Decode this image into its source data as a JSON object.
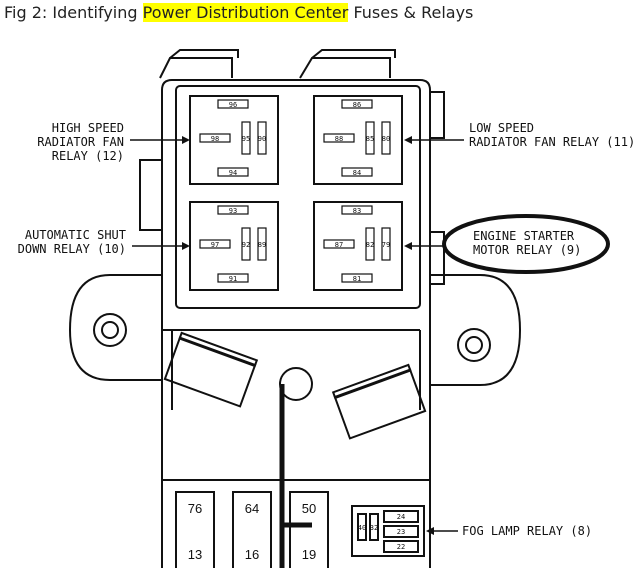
{
  "caption": {
    "prefix": "Fig 2: Identifying ",
    "highlight": "Power Distribution Center",
    "suffix": " Fuses & Relays"
  },
  "relays": {
    "high_speed": {
      "label": [
        "HIGH SPEED",
        "RADIATOR FAN",
        "RELAY (12)"
      ],
      "pins": [
        "96",
        "98",
        "95",
        "90",
        "94"
      ]
    },
    "low_speed": {
      "label": [
        "LOW SPEED",
        "RADIATOR FAN RELAY (11)"
      ],
      "pins": [
        "86",
        "88",
        "85",
        "80",
        "84"
      ]
    },
    "asd": {
      "label": [
        "AUTOMATIC SHUT",
        "DOWN RELAY (10)"
      ],
      "pins": [
        "93",
        "97",
        "92",
        "89",
        "91"
      ]
    },
    "starter": {
      "label": [
        "ENGINE STARTER",
        "MOTOR RELAY (9)"
      ],
      "pins": [
        "83",
        "87",
        "82",
        "79",
        "81"
      ]
    },
    "fog": {
      "label": [
        "FOG LAMP RELAY (8)"
      ],
      "pins": [
        "24",
        "23",
        "22",
        "40",
        "32"
      ]
    }
  },
  "fuses": [
    {
      "top": "76",
      "bottom": "13"
    },
    {
      "top": "64",
      "bottom": "16"
    },
    {
      "top": "50",
      "bottom": "19"
    }
  ]
}
